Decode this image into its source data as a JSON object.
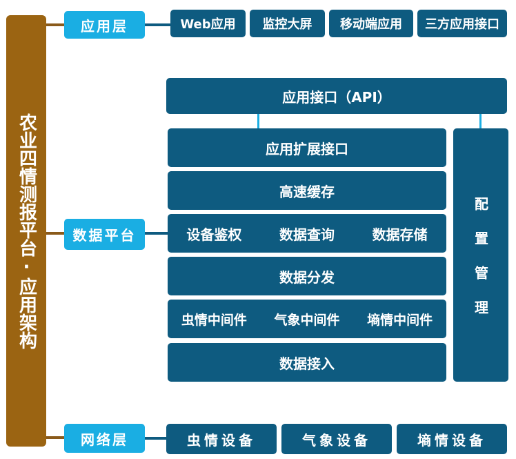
{
  "title": "农业四情测报平台·应用架构",
  "layers": {
    "application": "应用层",
    "data_platform": "数据平台",
    "network": "网络层"
  },
  "application_items": [
    "Web应用",
    "监控大屏",
    "移动端应用",
    "三方应用接口"
  ],
  "data_platform": {
    "api": "应用接口（API）",
    "extension_api": "应用扩展接口",
    "cache": "高速缓存",
    "row3": [
      "设备鉴权",
      "数据查询",
      "数据存储"
    ],
    "distribution": "数据分发",
    "middleware": [
      "虫情中间件",
      "气象中间件",
      "墒情中间件"
    ],
    "access": "数据接入",
    "config_management": "配置管理"
  },
  "network_items": [
    "虫情设备",
    "气象设备",
    "墒情设备"
  ],
  "colors": {
    "title_bg": "#9b6412",
    "layer_label_bg": "#1aaee3",
    "box_bg": "#0e5b80"
  }
}
